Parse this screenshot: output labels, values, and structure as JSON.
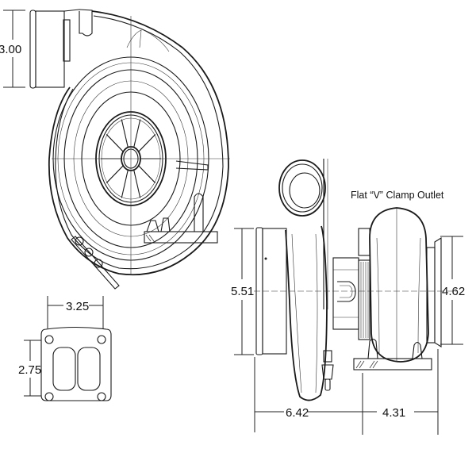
{
  "drawing": {
    "title": "Turbocharger dimensional drawing",
    "caption": "Flat “V” Clamp Outlet",
    "dimensions": {
      "compressor_inlet_height": "3.00",
      "flange_width": "3.25",
      "flange_height": "2.75",
      "compressor_inlet_diameter": "5.51",
      "outlet_diameter": "4.62",
      "overall_length_left": "6.42",
      "overall_length_right": "4.31"
    },
    "views": [
      "front-view",
      "side-view",
      "flange-view"
    ]
  }
}
